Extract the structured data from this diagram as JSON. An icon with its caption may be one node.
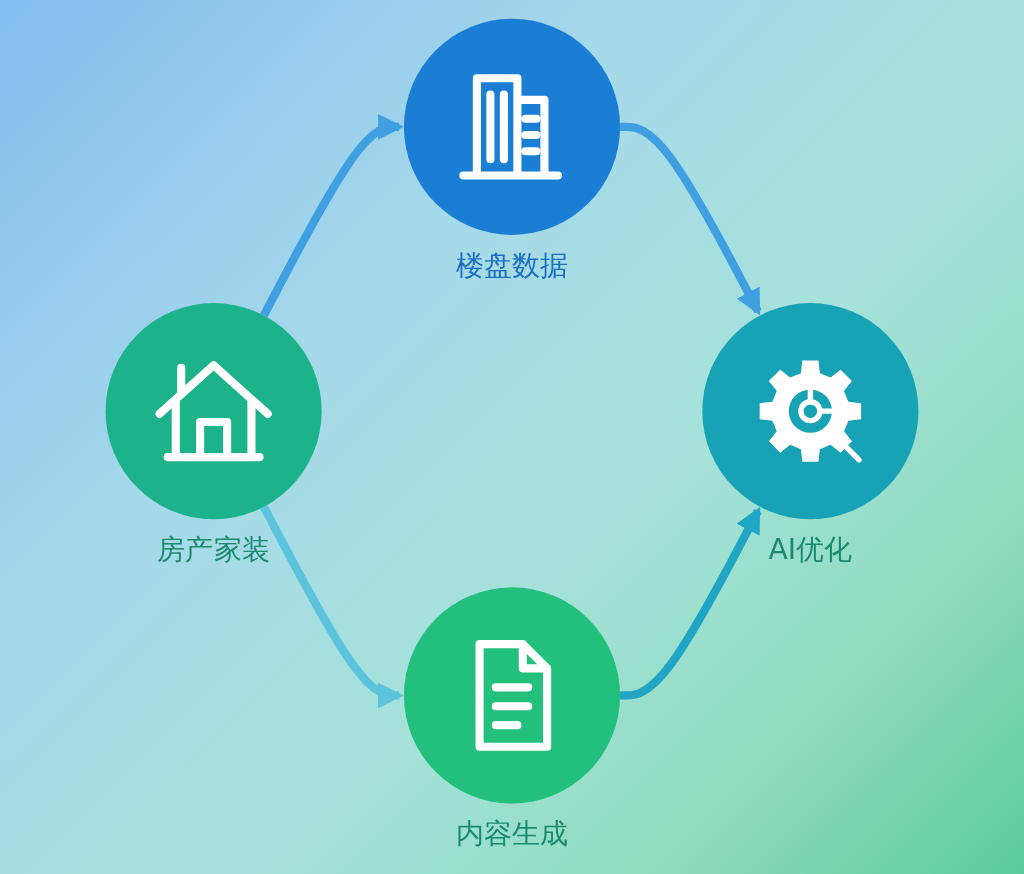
{
  "diagram": {
    "nodes": [
      {
        "text": [
          "楼盘数据"
        ]
      },
      {
        "text": [
          "房产家装"
        ]
      },
      {
        "text": [
          "AI优化"
        ]
      },
      {
        "text": [
          "内容生成"
        ]
      }
    ],
    "edges": [
      {
        "from": 1,
        "to": 0,
        "arrow": "to"
      },
      {
        "from": 0,
        "to": 2,
        "arrow": "to"
      },
      {
        "from": 1,
        "to": 3,
        "arrow": "to",
        "color": "#5cc3dc"
      },
      {
        "from": 3,
        "to": 2,
        "arrow": "to",
        "color": "#20a6c4"
      }
    ]
  }
}
